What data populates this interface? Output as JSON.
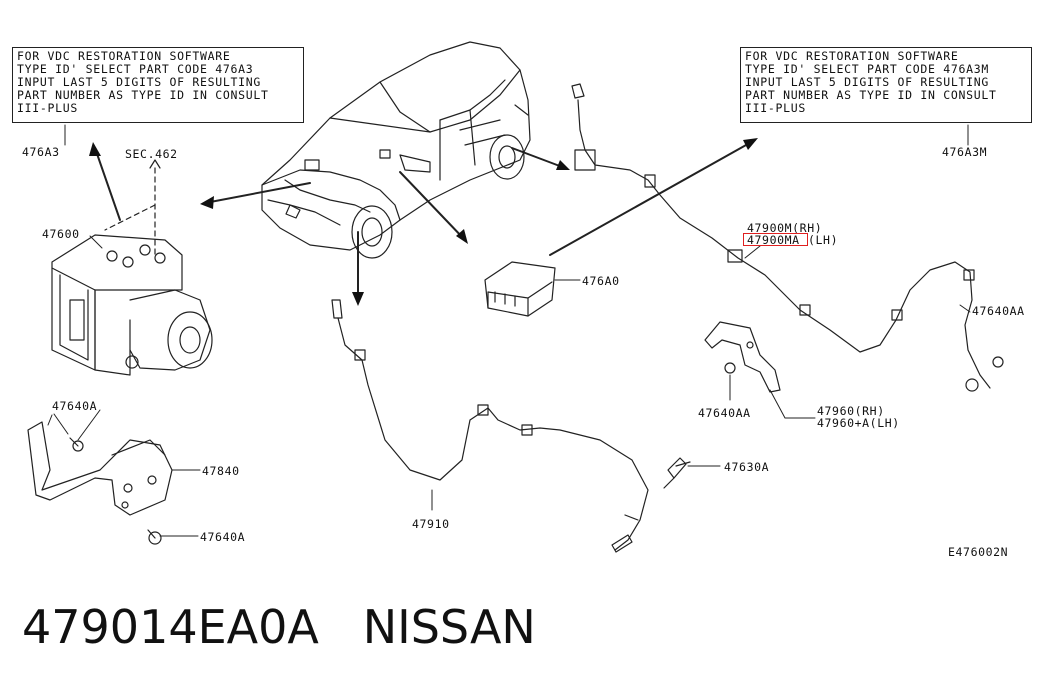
{
  "notes": {
    "left": [
      "FOR VDC RESTORATION SOFTWARE",
      "TYPE ID' SELECT PART CODE 476A3",
      "INPUT LAST 5 DIGITS OF RESULTING",
      "PART NUMBER AS TYPE ID IN CONSULT",
      "III-PLUS"
    ],
    "right": [
      "FOR VDC RESTORATION SOFTWARE",
      "TYPE ID' SELECT PART CODE 476A3M",
      "INPUT LAST 5 DIGITS OF RESULTING",
      "PART NUMBER AS TYPE ID IN CONSULT",
      "III-PLUS"
    ]
  },
  "callouts": {
    "c476a3": "476A3",
    "sec462": "SEC.462",
    "c47600": "47600",
    "c47640a_1": "47640A",
    "c47840": "47840",
    "c47640a_2": "47640A",
    "c47910": "47910",
    "c476a0": "476A0",
    "c476a3m": "476A3M",
    "c47900m_rh": "47900M(RH)",
    "c47900ma": "47900MA",
    "c_lh": "(LH)",
    "c47640aa_1": "47640AA",
    "c47640aa_2": "47640AA",
    "c47960_rh": "47960(RH)",
    "c47960a_lh": "47960+A(LH)",
    "c47630a": "47630A",
    "diagram_id": "E476002N"
  },
  "caption": "479014EA0A   NISSAN",
  "colors": {
    "ink": "#111111",
    "highlight": "#e02020"
  }
}
